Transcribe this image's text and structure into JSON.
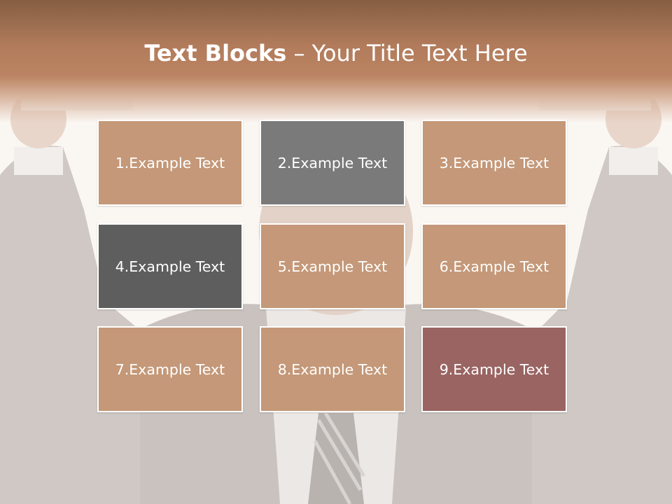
{
  "title": {
    "bold": "Text Blocks",
    "dash": "–",
    "rest": "Your Title Text Here"
  },
  "colors": {
    "tan": "#c49878",
    "gray": "#7a7a7a",
    "dark_gray": "#5e5e5e",
    "mauve": "#996462",
    "header": "#b27c5c"
  },
  "blocks": [
    {
      "label": "1.Example Text",
      "color": "#c49878"
    },
    {
      "label": "2.Example Text",
      "color": "#7a7a7a"
    },
    {
      "label": "3.Example Text",
      "color": "#c49878"
    },
    {
      "label": "4.Example Text",
      "color": "#5e5e5e"
    },
    {
      "label": "5.Example Text",
      "color": "#c49878"
    },
    {
      "label": "6.Example Text",
      "color": "#c49878"
    },
    {
      "label": "7.Example Text",
      "color": "#c49878"
    },
    {
      "label": "8.Example Text",
      "color": "#c49878"
    },
    {
      "label": "9.Example Text",
      "color": "#996462"
    }
  ]
}
